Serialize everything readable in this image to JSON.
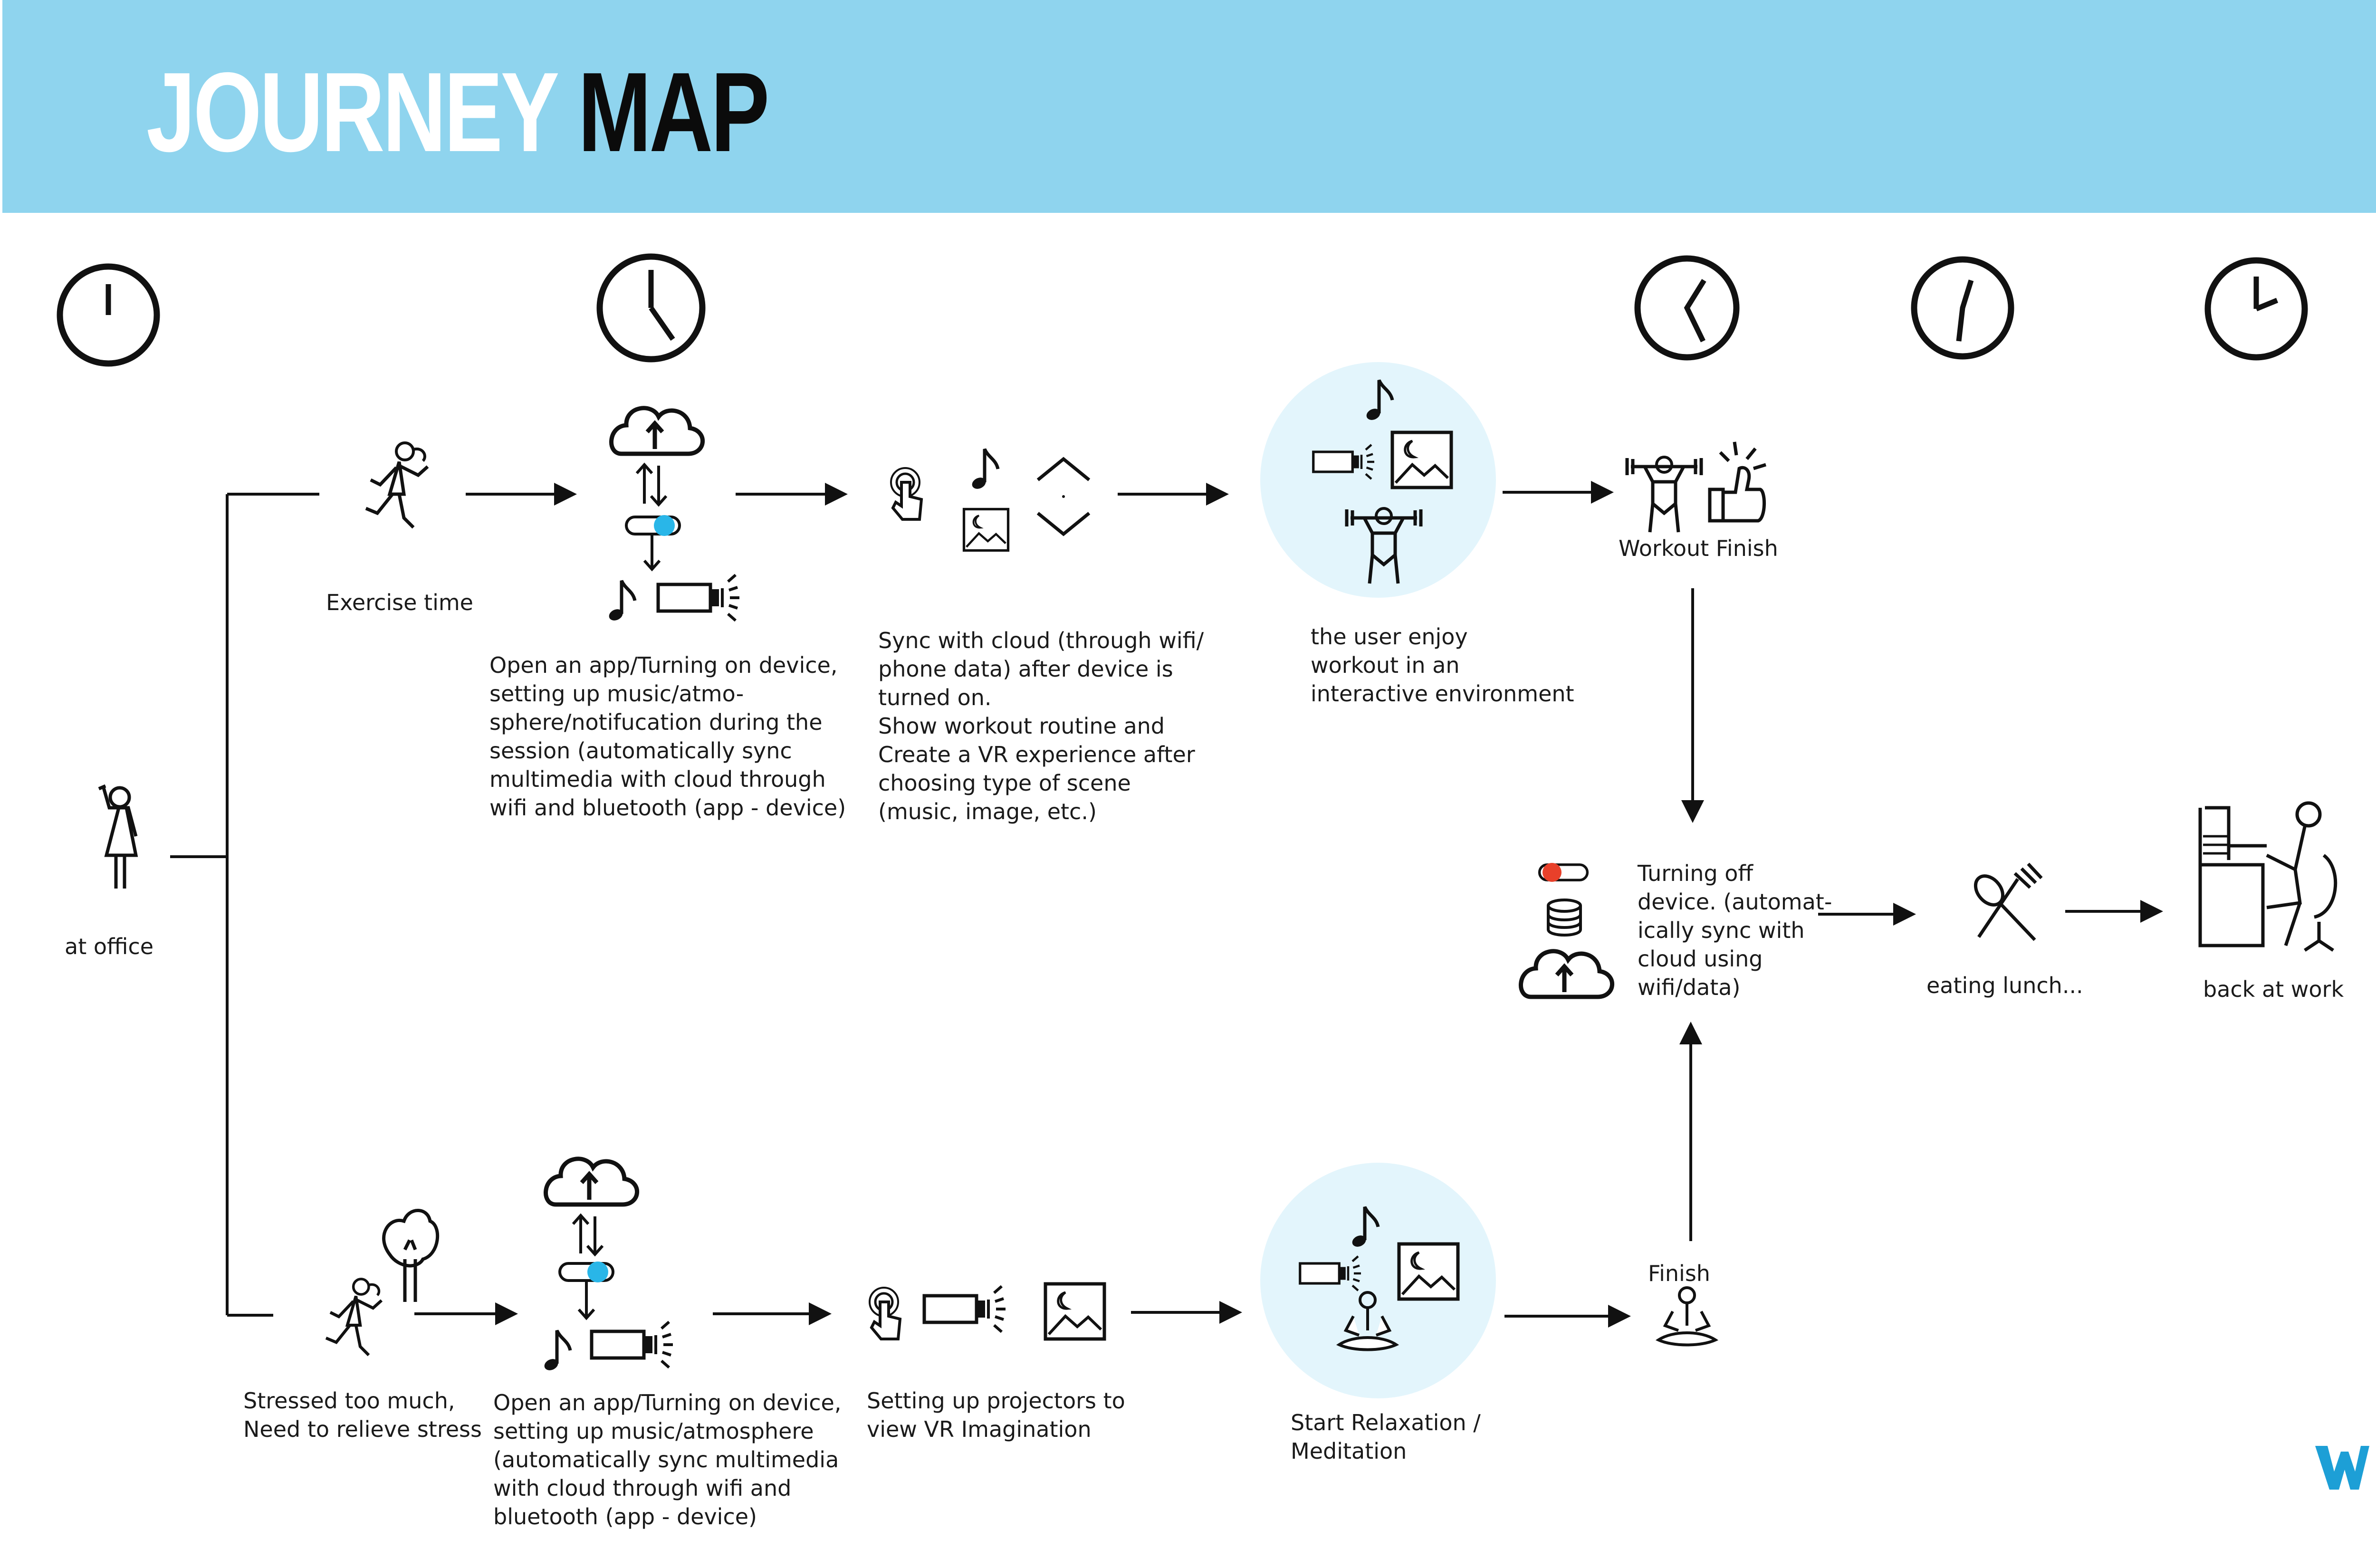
{
  "header": {
    "title_part1": "JOURNEY",
    "title_part2": "MAP"
  },
  "steps": {
    "at_office": "at office",
    "exercise_time": "Exercise time",
    "open_app_top": "Open an app/Turning on device,\nsetting up music/atmo-\nsphere/notifucation during the\nsession  (automatically sync\nmultimedia with cloud through\nwifi and bluetooth (app - device)",
    "sync_cloud": "Sync with cloud (through wifi/\nphone data) after device is\nturned on.\nShow workout routine and\nCreate a VR experience after\nchoosing type of scene\n(music, image, etc.)",
    "enjoy_workout": "the user enjoy\nworkout in an\ninteractive environment",
    "workout_finish": "Workout Finish",
    "turning_off": "Turning off\ndevice. (automat-\nically sync with\ncloud using\nwifi/data)",
    "eating_lunch": "eating lunch...",
    "back_at_work": "back at work",
    "stressed": "Stressed too much,\nNeed to relieve stress",
    "open_app_bottom": "Open an app/Turning on device,\nsetting up music/atmosphere\n(automatically sync multimedia\nwith cloud through wifi and\nbluetooth (app - device)",
    "setting_projectors": "Setting up projectors to\nview VR Imagination",
    "start_relaxation": "Start  Relaxation /\n         Meditation",
    "finish": "Finish"
  },
  "colors": {
    "header_bg": "#8fd4ee",
    "highlight_circle": "#e3f5fc",
    "toggle_on": "#29b6e8",
    "toggle_off": "#e8402a",
    "logo": "#1d9fd6"
  },
  "icons": {
    "clocks": [
      "clock-icon",
      "clock-icon",
      "clock-icon",
      "clock-icon",
      "clock-icon"
    ],
    "cloud": "cloud-upload-icon",
    "music": "music-note-icon",
    "projector": "projector-icon",
    "image": "image-icon",
    "touch": "touch-icon",
    "workout": "weightlifter-icon",
    "thumbs_up": "thumbs-up-icon",
    "database": "database-icon",
    "cutlery": "cutlery-icon",
    "meditation": "meditation-icon",
    "logo": "w-logo-icon"
  }
}
